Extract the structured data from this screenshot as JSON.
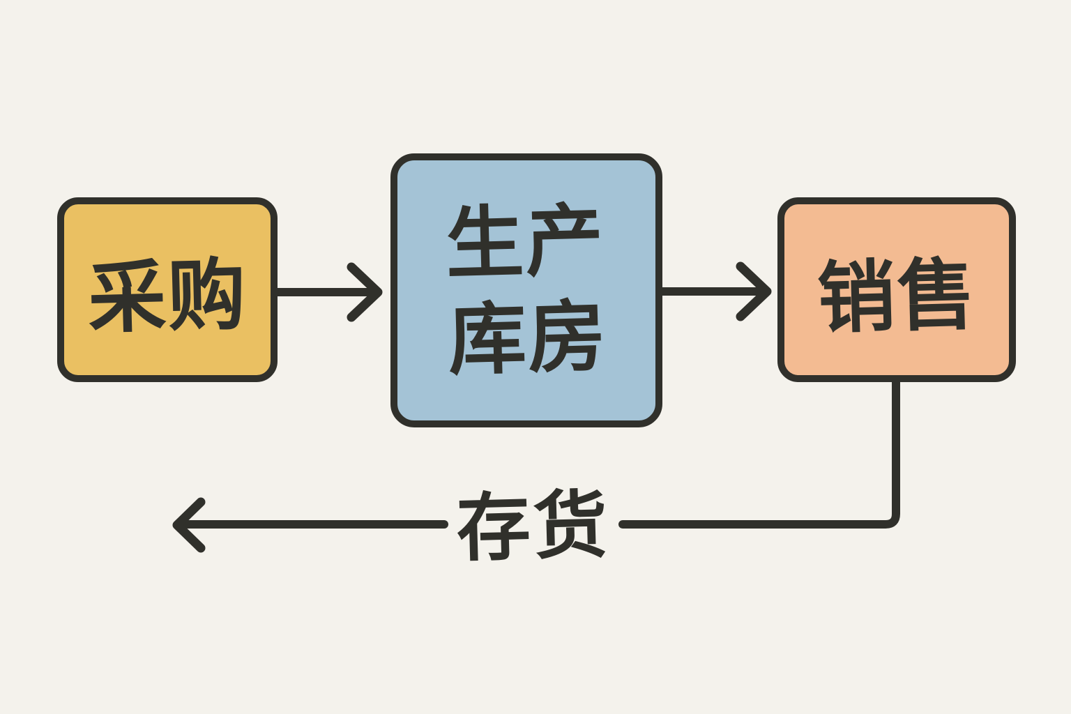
{
  "diagram": {
    "type": "flowchart",
    "nodes": [
      {
        "id": "procurement",
        "lines": [
          "采购"
        ],
        "fill": "#eac062"
      },
      {
        "id": "production-warehouse",
        "lines": [
          "生产",
          "库房"
        ],
        "fill": "#a4c3d6"
      },
      {
        "id": "sales",
        "lines": [
          "销售"
        ],
        "fill": "#f3bb92"
      }
    ],
    "edges": [
      {
        "from": "procurement",
        "to": "production-warehouse",
        "label": ""
      },
      {
        "from": "production-warehouse",
        "to": "sales",
        "label": ""
      },
      {
        "from": "sales",
        "to": "procurement",
        "label": "存货"
      }
    ],
    "colors": {
      "background": "#f4f2ec",
      "stroke": "#30302b"
    }
  }
}
